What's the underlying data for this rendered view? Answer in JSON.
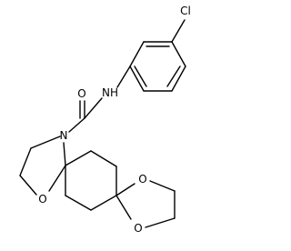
{
  "molecule": {
    "atoms": {
      "chlorine": "Cl",
      "carbonyl_oxygen": "O",
      "amide_nitrogen": "NH",
      "ring_nitrogen": "N",
      "oxazolidine_oxygen": "O",
      "dioxolane_oxygen_top": "O",
      "dioxolane_oxygen_bottom": "O"
    },
    "colors": {
      "bond": "#000000",
      "label": "#000000",
      "background": "#ffffff"
    }
  }
}
